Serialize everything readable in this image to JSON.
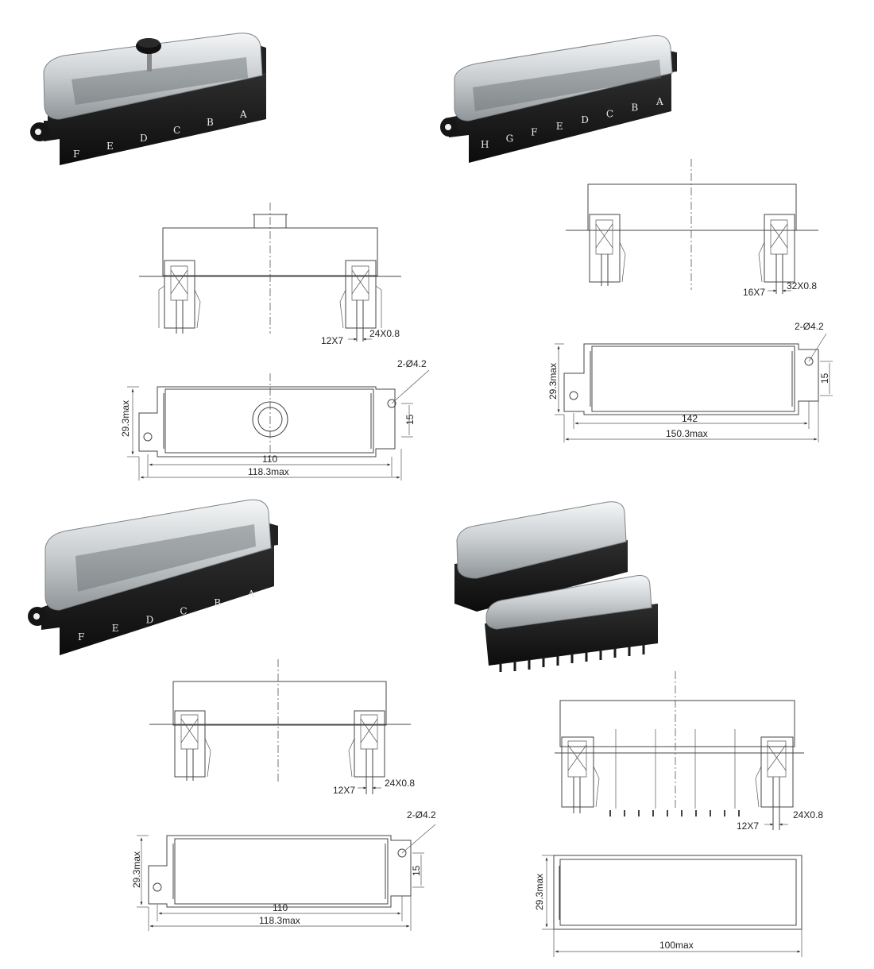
{
  "products": [
    {
      "id": "six-way-with-knob",
      "photo_letters": [
        "F",
        "E",
        "D",
        "C",
        "B",
        "A"
      ],
      "side_view": {
        "pin_label": "12X7",
        "blade_label": "24X0.8"
      },
      "top_view": {
        "height_label": "29.3max",
        "hole_label": "2-Ø4.2",
        "hole_spacing_label": "15",
        "pitch_label": "110",
        "length_label": "118.3max"
      }
    },
    {
      "id": "eight-way",
      "photo_letters": [
        "H",
        "G",
        "F",
        "E",
        "D",
        "C",
        "B",
        "A"
      ],
      "side_view": {
        "pin_label": "16X7",
        "blade_label": "32X0.8"
      },
      "top_view": {
        "height_label": "29.3max",
        "hole_label": "2-Ø4.2",
        "hole_spacing_label": "15",
        "pitch_label": "142",
        "length_label": "150.3max"
      }
    },
    {
      "id": "six-way",
      "photo_letters": [
        "F",
        "E",
        "D",
        "C",
        "B",
        "A"
      ],
      "side_view": {
        "pin_label": "12X7",
        "blade_label": "24X0.8"
      },
      "top_view": {
        "height_label": "29.3max",
        "hole_label": "2-Ø4.2",
        "hole_spacing_label": "15",
        "pitch_label": "110",
        "length_label": "118.3max"
      }
    },
    {
      "id": "stackable-six-way",
      "side_view": {
        "pin_label": "12X7",
        "blade_label": "24X0.8"
      },
      "top_view": {
        "height_label": "29.3max",
        "length_label": "100max"
      }
    }
  ],
  "colors": {
    "housing": "#1c1c1c",
    "cover": "#d4d8da",
    "line": "#444444"
  }
}
